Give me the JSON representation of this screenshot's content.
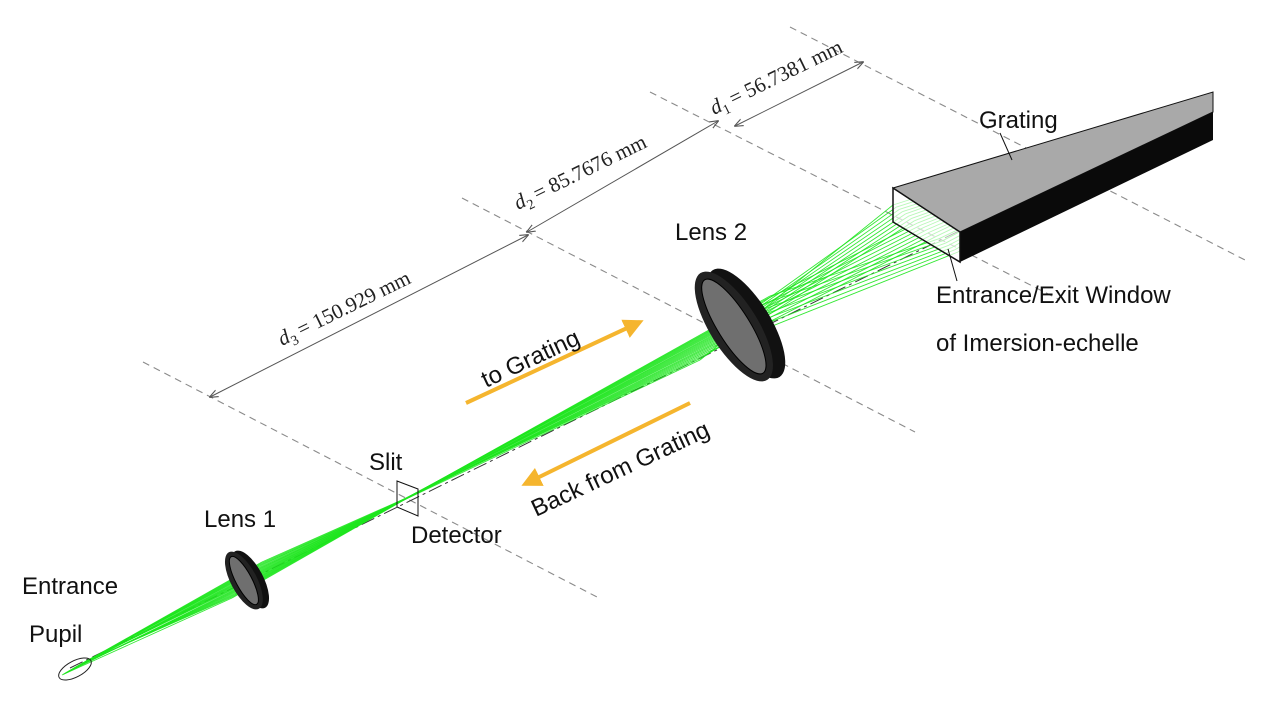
{
  "labels": {
    "grating": "Grating",
    "lens2": "Lens 2",
    "lens1": "Lens 1",
    "slit": "Slit",
    "detector": "Detector",
    "entrance_line1": "Entrance",
    "entrance_line2": "Pupil",
    "window_line1": "Entrance/Exit Window",
    "window_line2": "of  Imersion-echelle",
    "to_grating": "to Grating",
    "back_from_grating": "Back from Grating"
  },
  "dimensions": {
    "d1": {
      "symbol": "d",
      "index": "1",
      "value": "= 56.7381 mm"
    },
    "d2": {
      "symbol": "d",
      "index": "2",
      "value": "= 85.7676 mm"
    },
    "d3": {
      "symbol": "d",
      "index": "3",
      "value": "= 150.929 mm"
    }
  },
  "colors": {
    "rays": "#1ee61e",
    "arrows": "#f5b52e",
    "components": "#111111",
    "grating_top": "#a9a9a9"
  }
}
